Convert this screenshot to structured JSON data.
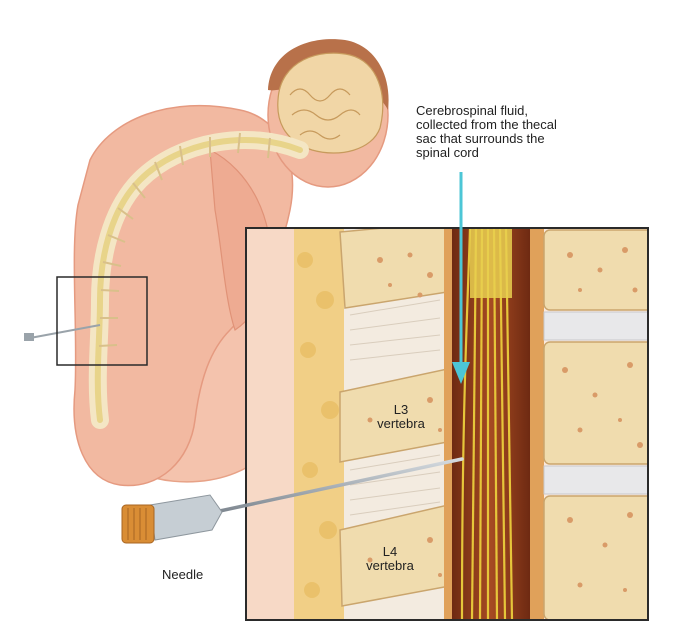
{
  "labels": {
    "csf": [
      "Cerebrospinal fluid,",
      "collected from the thecal",
      "sac that surrounds the",
      "spinal cord"
    ],
    "l3": [
      "L3",
      "vertebra"
    ],
    "l4": [
      "L4",
      "vertebra"
    ],
    "needle": "Needle"
  },
  "colors": {
    "skin": "#f2b9a1",
    "skin_shadow": "#e59a80",
    "brain": "#f1d6a6",
    "hair": "#b8714a",
    "spinal_cord": "#e8d48a",
    "bone": "#f0dcae",
    "bone_spot": "#d99b68",
    "disc": "#e8e8ea",
    "thecal_sac": "#8a3a1c",
    "nerve_yellow": "#e6c63a",
    "arrow": "#4cc6d6",
    "needle_metal": "#9aa3aa",
    "needle_hub": "#d98d35",
    "frame": "#2a2a2a"
  },
  "icons": [
    "arrow-down-icon"
  ]
}
